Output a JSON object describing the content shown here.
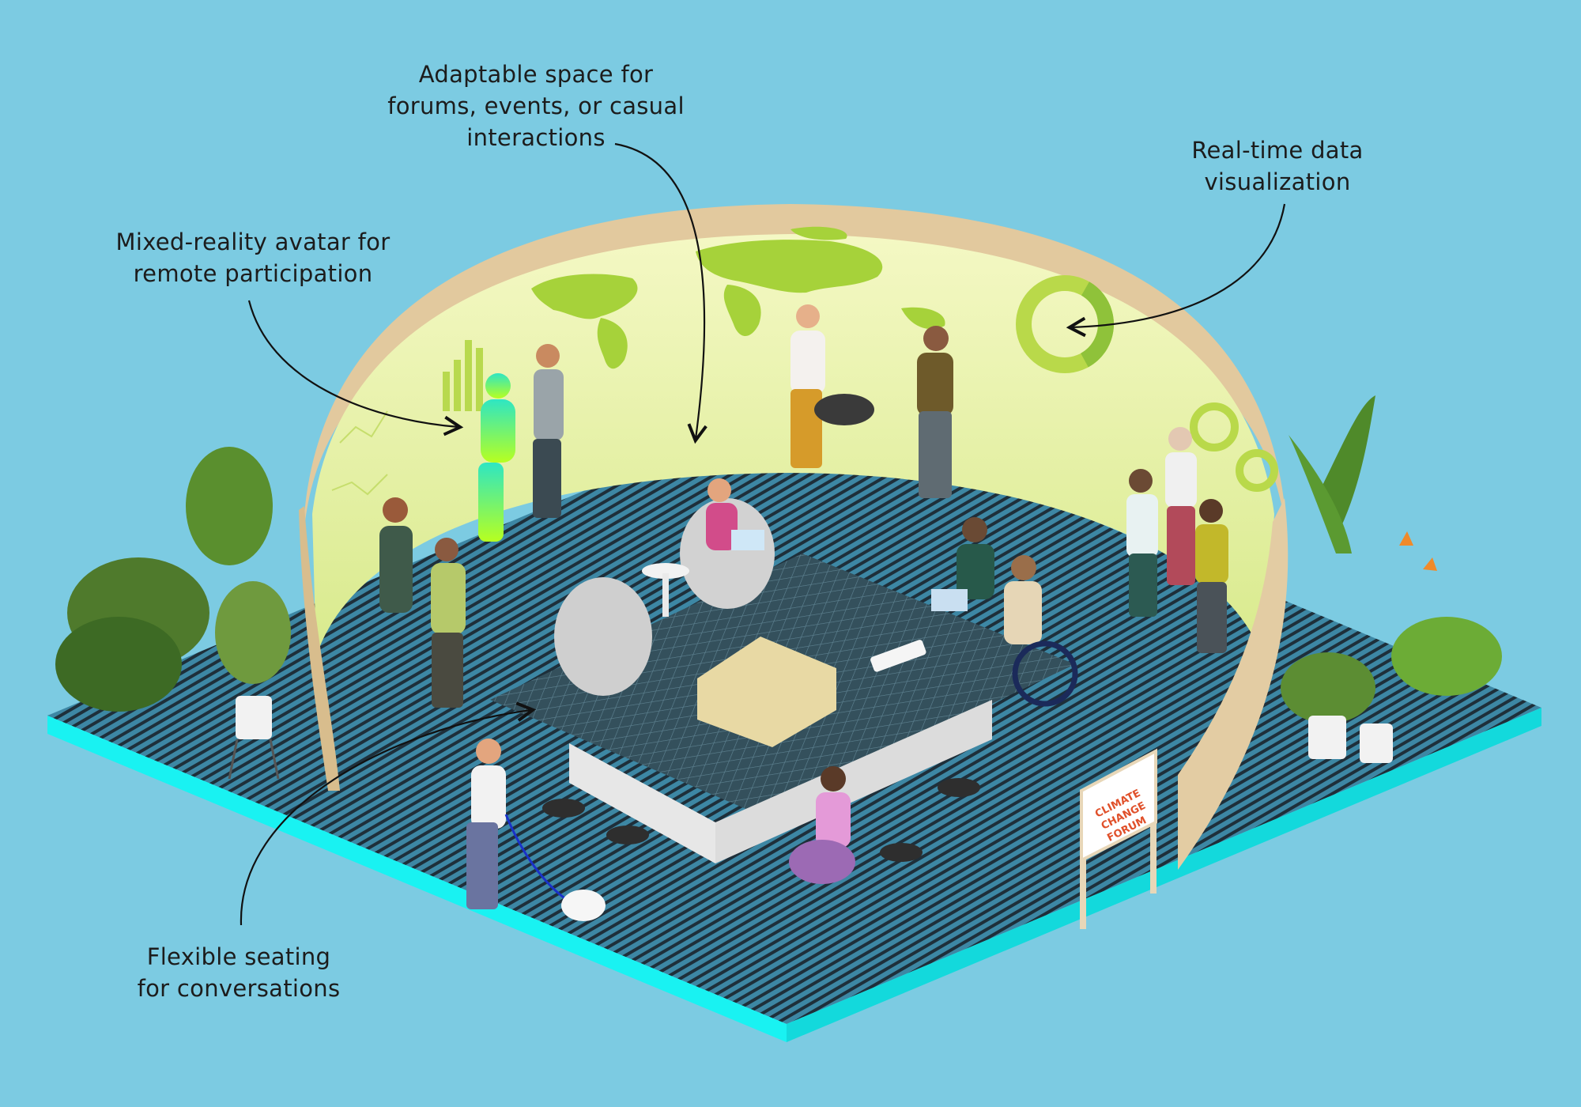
{
  "callouts": {
    "adaptable": [
      "Adaptable space for",
      "forums, events, or casual",
      "interactions"
    ],
    "realtime": [
      "Real-time data",
      "visualization"
    ],
    "avatar": [
      "Mixed-reality avatar for",
      "remote participation"
    ],
    "seating": [
      "Flexible seating",
      "for conversations"
    ]
  },
  "sign": [
    "CLIMATE",
    "CHANGE",
    "FORUM"
  ],
  "colors": {
    "background": "#7ccbe2",
    "floor": "#3f8aa7",
    "floor_edge": "#19f2f2",
    "wall_wood": "#e0c79b",
    "screen": "#eef4b4",
    "map": "#a6d23a",
    "rug": "#37535f",
    "sign_text": "#e0502a"
  }
}
